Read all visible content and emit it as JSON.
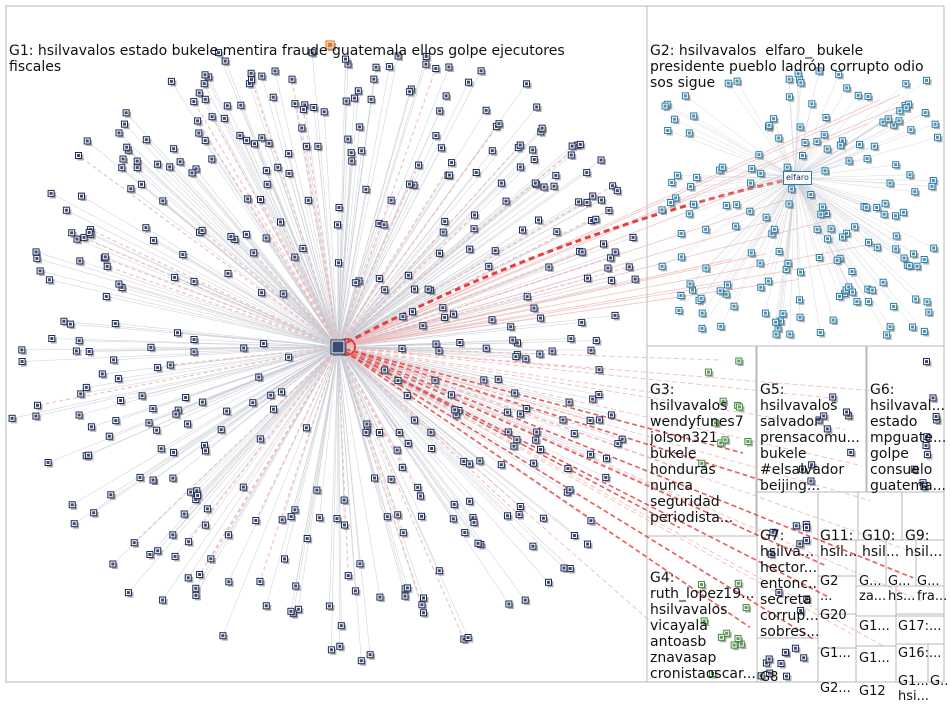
{
  "colors": {
    "border": "#b9b9b9",
    "edge_light": "#c9cbd3",
    "edge_red": "#e54040",
    "edge_red_light": "#efb2b2",
    "node_dark": "#1b2a57",
    "node_shadow": "#6a6a6a",
    "g2_node": "#2a7ea6",
    "g3_node": "#3f8b3a",
    "text": "#111111"
  },
  "groups": [
    {
      "id": "G1",
      "lines": [
        "G1: hsilvavalos estado bukele mentira fraude guatemala ellos golpe ejecutores",
        "fiscales"
      ]
    },
    {
      "id": "G2",
      "lines": [
        "G2: hsilvavalos  elfaro_ bukele",
        "presidente pueblo ladrón corrupto odio",
        "sos sigue"
      ]
    },
    {
      "id": "G3",
      "lines": [
        "G3:",
        "hsilvavalos",
        "wendyfunes7",
        "jolson321",
        "bukele",
        "honduras",
        "nunca",
        "seguridad",
        "periodista..."
      ]
    },
    {
      "id": "G5",
      "lines": [
        "G5:",
        "hsilvavalos",
        "salvador",
        "prensacomu...",
        "bukele",
        "#elsalvador",
        "beijing..."
      ]
    },
    {
      "id": "G6",
      "lines": [
        "G6:",
        "hsilvaval...",
        "estado",
        "mpguate...",
        "golpe",
        "consuelo",
        "guatema..."
      ]
    },
    {
      "id": "G7",
      "lines": [
        "G7:",
        "hsilva...",
        "hector...",
        "entonc...",
        "secreta",
        "corrup...",
        "sobres..."
      ]
    },
    {
      "id": "G11",
      "lines": [
        "G11:",
        "hsil..."
      ]
    },
    {
      "id": "G10",
      "lines": [
        "G10:",
        "hsil..."
      ]
    },
    {
      "id": "G9",
      "lines": [
        "G9:",
        "hsil..."
      ]
    },
    {
      "id": "G4",
      "lines": [
        "G4:",
        "ruth_lopez19...",
        "hsilvavalos",
        "vicayala",
        "antoasb",
        "znavasap",
        "cronistaoscar..."
      ]
    },
    {
      "id": "G2b",
      "lines": [
        "G2",
        "..."
      ]
    },
    {
      "id": "G1a",
      "lines": [
        "G...",
        "za..."
      ]
    },
    {
      "id": "G1b",
      "lines": [
        "G...",
        "hs..."
      ]
    },
    {
      "id": "G1c",
      "lines": [
        "G...",
        "fra..."
      ]
    },
    {
      "id": "G20",
      "lines": [
        "G20"
      ]
    },
    {
      "id": "G1d",
      "lines": [
        "G1..."
      ]
    },
    {
      "id": "G17",
      "lines": [
        "G17:..."
      ]
    },
    {
      "id": "G1e",
      "lines": [
        "G1..."
      ]
    },
    {
      "id": "G1f",
      "lines": [
        "G1..."
      ]
    },
    {
      "id": "G16",
      "lines": [
        "G16:..."
      ]
    },
    {
      "id": "G8",
      "lines": [
        "G8"
      ]
    },
    {
      "id": "G2c",
      "lines": [
        "G2..."
      ]
    },
    {
      "id": "G12",
      "lines": [
        "G12"
      ]
    },
    {
      "id": "G1g",
      "lines": [
        "G1...",
        "hsi..."
      ]
    },
    {
      "id": "G1h",
      "lines": [
        "G..."
      ]
    }
  ],
  "hub_labels": {
    "elfaro": "elfaro"
  }
}
